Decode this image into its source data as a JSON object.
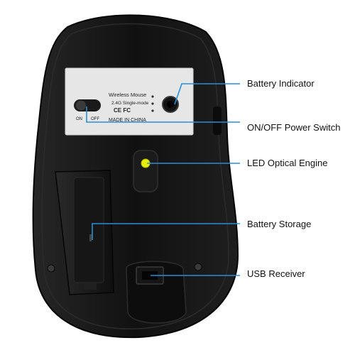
{
  "colors": {
    "callout_line": "#2a8fd6",
    "mouse_body": "#141414",
    "label_bg": "#e6e6e6",
    "led": "#e8f000"
  },
  "sticker": {
    "line1": "Wireless  Mouse",
    "line2": "2.4G Single-mode",
    "marks": "CE  FC",
    "line4": "MADE  IN  CHINA",
    "switch_on": "ON",
    "switch_off": "OFF"
  },
  "callouts": {
    "battery_indicator": "Battery Indicator",
    "power_switch": "ON/OFF Power Switch",
    "led_engine": "LED Optical Engine",
    "battery_storage": "Battery Storage",
    "usb_receiver": "USB Receiver"
  }
}
